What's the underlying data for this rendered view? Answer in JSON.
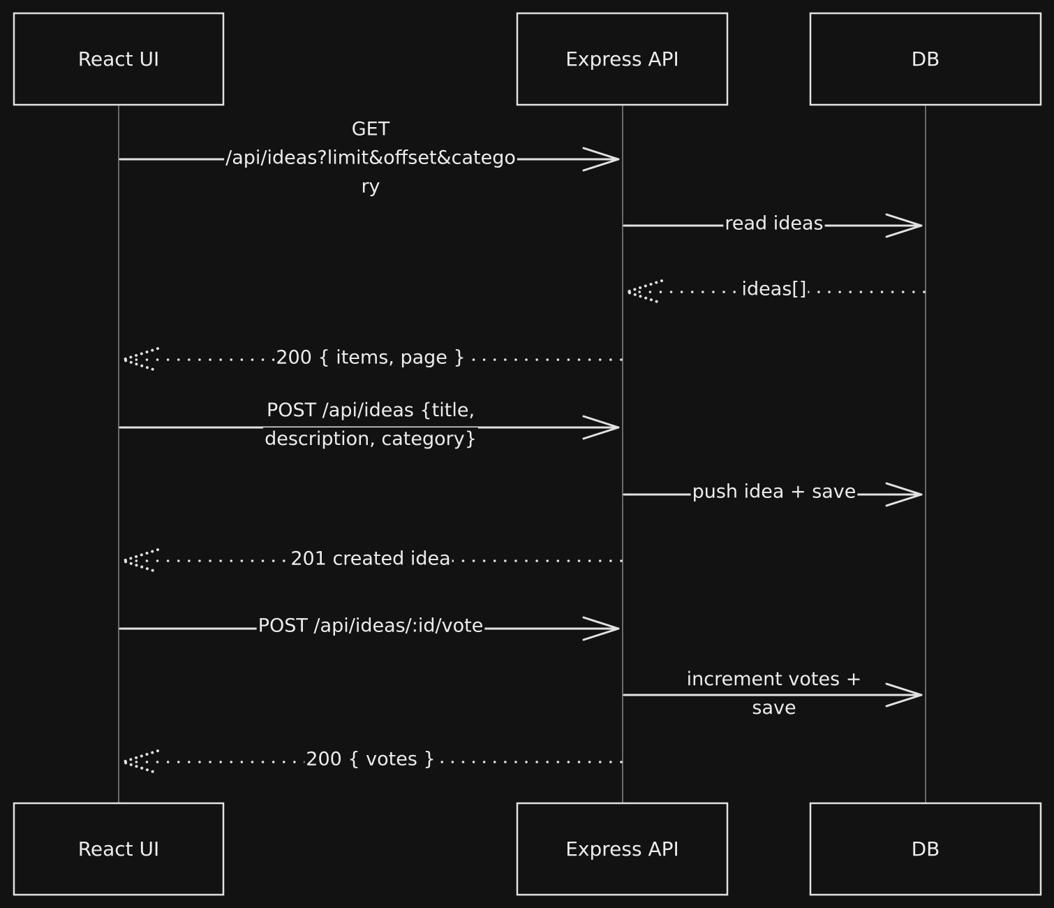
{
  "diagram": {
    "type": "sequence",
    "participants": [
      {
        "id": "react",
        "name": "React UI"
      },
      {
        "id": "express",
        "name": "Express API"
      },
      {
        "id": "db",
        "name": "DB"
      }
    ],
    "messages": [
      {
        "from": "react",
        "to": "express",
        "style": "solid",
        "lines": [
          "GET",
          "/api/ideas?limit&offset&catego",
          "ry"
        ]
      },
      {
        "from": "express",
        "to": "db",
        "style": "solid",
        "lines": [
          "read ideas"
        ]
      },
      {
        "from": "db",
        "to": "express",
        "style": "dotted",
        "lines": [
          "ideas[]"
        ]
      },
      {
        "from": "express",
        "to": "react",
        "style": "dotted",
        "lines": [
          "200 { items, page }"
        ]
      },
      {
        "from": "react",
        "to": "express",
        "style": "solid",
        "lines": [
          "POST /api/ideas {title,",
          "description, category}"
        ]
      },
      {
        "from": "express",
        "to": "db",
        "style": "solid",
        "lines": [
          "push idea + save"
        ]
      },
      {
        "from": "express",
        "to": "react",
        "style": "dotted",
        "lines": [
          "201 created idea"
        ]
      },
      {
        "from": "react",
        "to": "express",
        "style": "solid",
        "lines": [
          "POST /api/ideas/:id/vote"
        ]
      },
      {
        "from": "express",
        "to": "db",
        "style": "solid",
        "lines": [
          "increment votes +",
          "save"
        ]
      },
      {
        "from": "express",
        "to": "react",
        "style": "dotted",
        "lines": [
          "200 { votes }"
        ]
      }
    ],
    "colors": {
      "background": "#121212",
      "stroke": "#e2e2e2",
      "text": "#ececec",
      "lifeline": "#9a9a9a"
    }
  }
}
